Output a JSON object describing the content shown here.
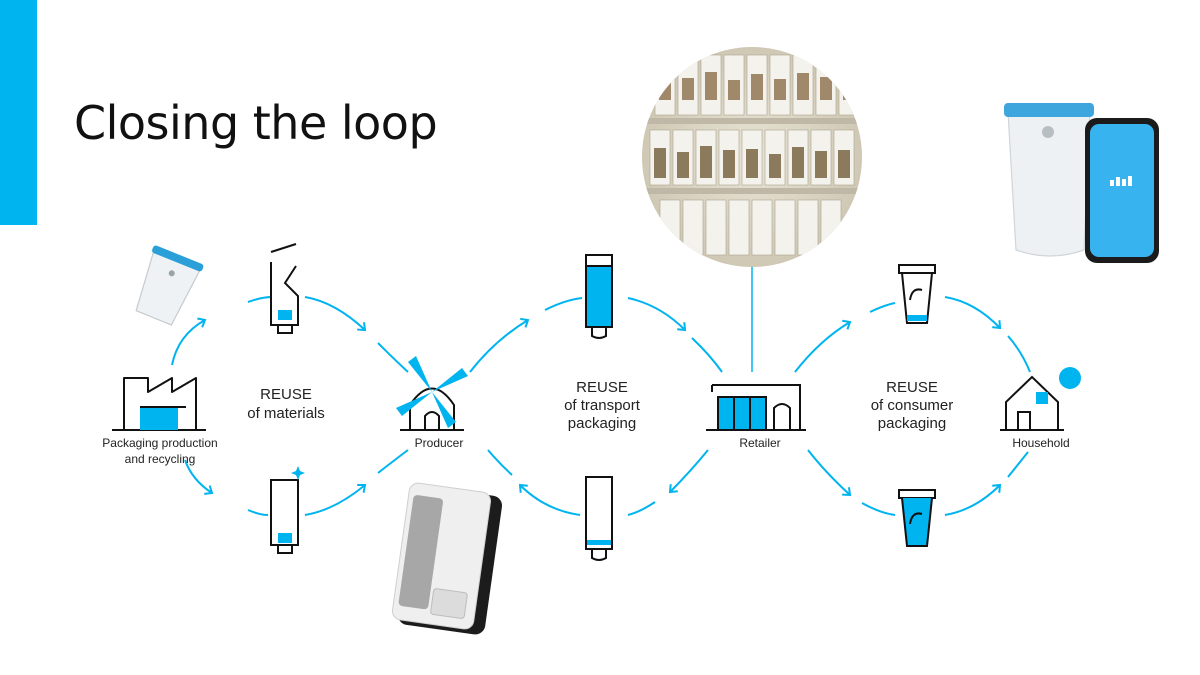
{
  "slide": {
    "title": "Closing the loop"
  },
  "colors": {
    "accent": "#00b4f0",
    "ink": "#111111",
    "paper": "#ffffff"
  },
  "stages": {
    "packaging_production": {
      "line1": "Packaging production",
      "line2": "and recycling",
      "icon": "factory-icon"
    },
    "producer": {
      "label": "Producer",
      "icon": "windmill-icon"
    },
    "retailer": {
      "label": "Retailer",
      "icon": "store-icon"
    },
    "household": {
      "label": "Household",
      "icon": "house-icon"
    }
  },
  "loops": {
    "materials": {
      "line1": "REUSE",
      "line2": "of materials"
    },
    "transport": {
      "line1": "REUSE",
      "line2": "of transport",
      "line3": "packaging"
    },
    "consumer": {
      "line1": "REUSE",
      "line2": "of consumer",
      "line3": "packaging"
    }
  }
}
